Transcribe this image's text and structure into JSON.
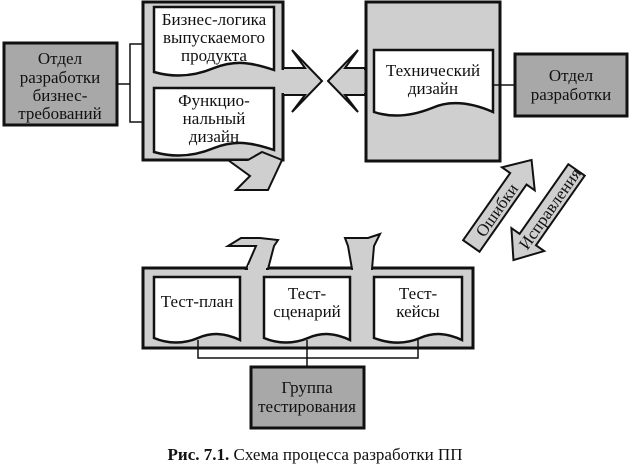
{
  "colors": {
    "panel_fill": "#cfcfcf",
    "dept_fill": "#a8a8a8",
    "doc_fill": "#ffffff",
    "stroke": "#111111"
  },
  "departments": {
    "business_requirements": [
      "Отдел",
      "разработки",
      "бизнес-",
      "требований"
    ],
    "development": [
      "Отдел",
      "разработки"
    ],
    "testing_group": [
      "Группа",
      "тестирования"
    ]
  },
  "documents": {
    "business_logic": [
      "Бизнес-логика",
      "выпускаемого",
      "продукта"
    ],
    "functional_design": [
      "Функцио-",
      "нальный",
      "дизайн"
    ],
    "technical_design": [
      "Технический",
      "дизайн"
    ],
    "test_plan": [
      "Тест-план"
    ],
    "test_scenario": [
      "Тест-",
      "сценарий"
    ],
    "test_cases": [
      "Тест-",
      "кейсы"
    ]
  },
  "flows": {
    "errors": "Ошибки",
    "fixes": "Исправления"
  },
  "caption": {
    "label": "Рис. 7.1.",
    "text": " Схема процесса разработки ПП"
  }
}
